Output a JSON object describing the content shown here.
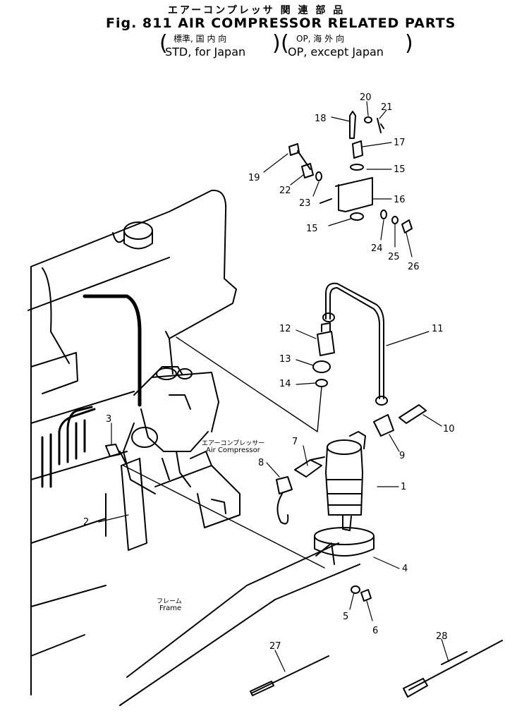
{
  "header": {
    "title_jp": "エアーコンプレッサ 関 連 部 品",
    "title_main": "Fig. 811 AIR COMPRESSOR RELATED PARTS",
    "sub_jp_left": "標準, 国 内 向",
    "sub_jp_right": "OP, 海 外 向",
    "sub_en_left": "STD, for Japan",
    "sub_en_right": "OP, except Japan",
    "paren_open": "(",
    "paren_close": ")"
  },
  "captions": {
    "compressor_jp": "エアーコンプレッサー",
    "compressor_en": "Air Compressor",
    "frame_jp": "フレーム",
    "frame_en": "Frame"
  },
  "callouts": [
    "1",
    "2",
    "3",
    "4",
    "5",
    "6",
    "7",
    "8",
    "9",
    "10",
    "11",
    "12",
    "13",
    "14",
    "15",
    "15",
    "16",
    "17",
    "18",
    "19",
    "20",
    "21",
    "22",
    "23",
    "24",
    "25",
    "26",
    "27",
    "28"
  ]
}
